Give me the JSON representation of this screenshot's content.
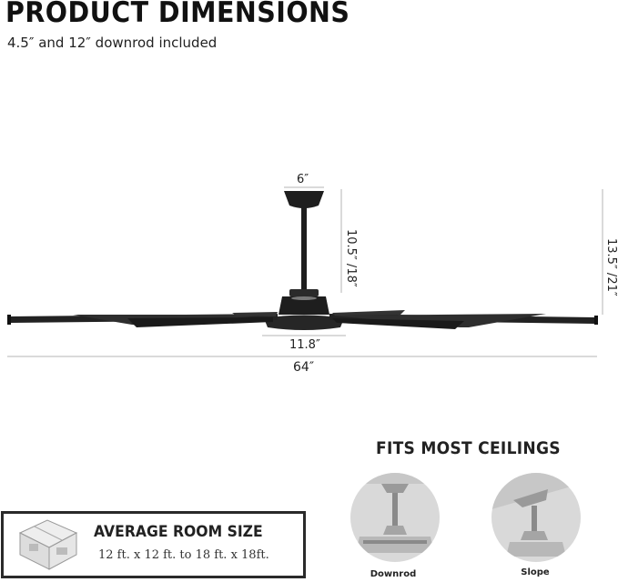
{
  "header": {
    "title": "PRODUCT DIMENSIONS",
    "subtitle": "4.5″ and 12″ downrod included"
  },
  "dimensions": {
    "canopy_width": "6″",
    "motor_height": "10.5″ /18″",
    "overall_height": "13.5″ /21″",
    "motor_width": "11.8″",
    "blade_span": "64″"
  },
  "ceilings": {
    "title": "FITS MOST CEILINGS",
    "items": [
      {
        "label": "Downrod"
      },
      {
        "label": "Slope"
      }
    ]
  },
  "room": {
    "title": "AVERAGE ROOM SIZE",
    "text": "12 ft. x 12 ft. to 18 ft. x 18ft."
  },
  "colors": {
    "fan_body": "#1e1e1e",
    "dimension_line": "#b5b5b5",
    "circle_bg": "#d9d9d9",
    "text": "#1a1a1a"
  }
}
